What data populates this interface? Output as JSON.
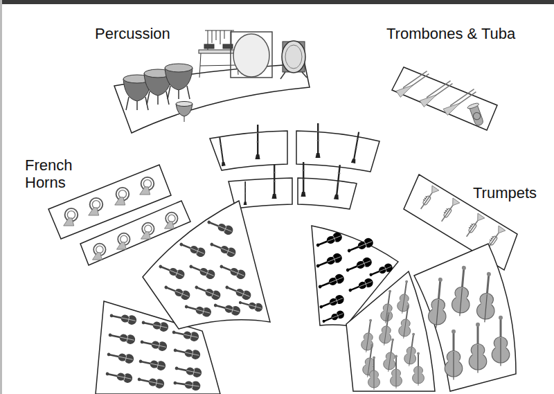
{
  "diagram": {
    "labels": [
      "Percussion",
      "Trombones & Tuba",
      "French Horns",
      "Trumpets"
    ]
  }
}
